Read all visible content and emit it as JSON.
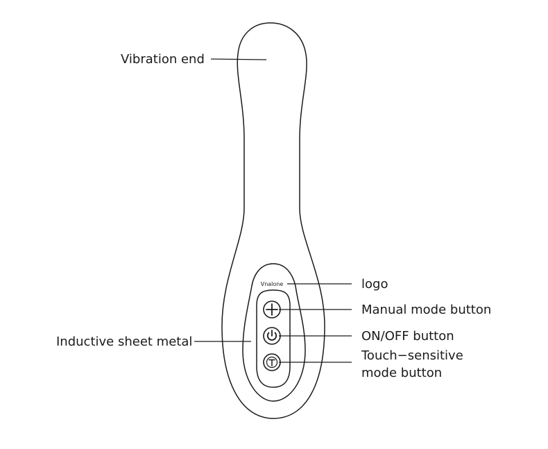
{
  "labels": {
    "vibration_end": "Vibration end",
    "logo": "logo",
    "manual_mode_button": "Manual mode button",
    "on_off_button": "ON/OFF button",
    "touch_sensitive_line1": "Touch−sensitive",
    "touch_sensitive_line2": "mode button",
    "inductive_sheet_metal": "Inductive sheet metal"
  },
  "device": {
    "logo_text": "Vnalone"
  },
  "icons": {
    "manual": "plus-icon",
    "power": "power-icon",
    "touch": "touch-icon"
  }
}
